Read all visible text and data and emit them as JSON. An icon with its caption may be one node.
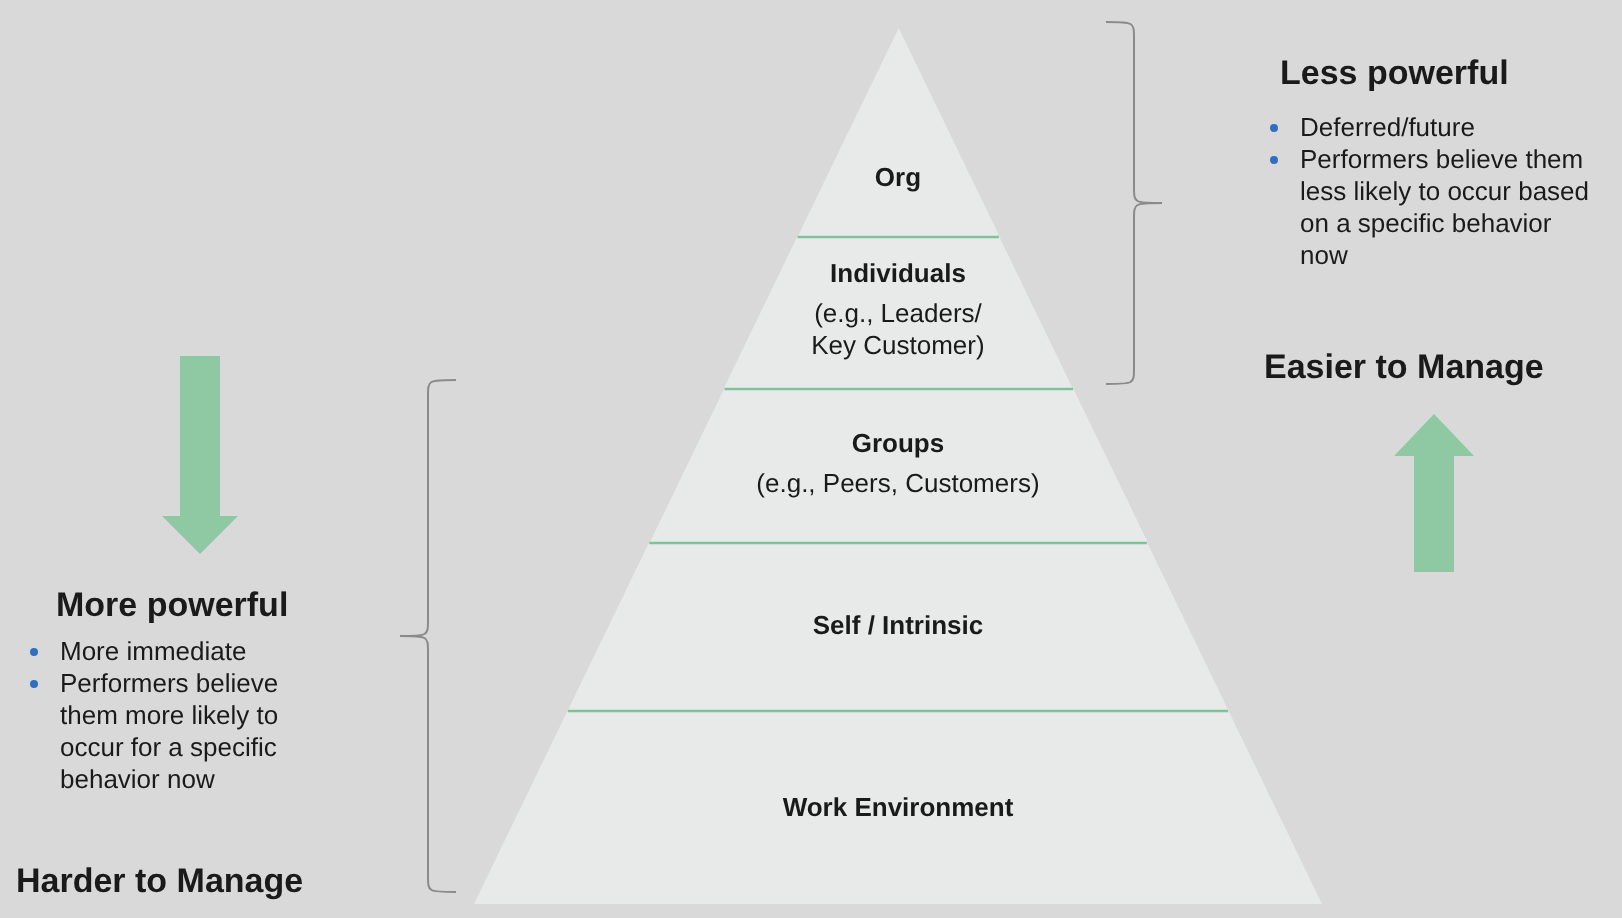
{
  "diagram": {
    "nodes": [
      {
        "text": [
          "Org"
        ]
      },
      {
        "text": [
          "Individuals",
          "(e.g., Leaders/ Key Customer)"
        ]
      },
      {
        "text": [
          "Groups",
          "(e.g., Peers, Customers)"
        ]
      },
      {
        "text": [
          "Self / Intrinsic"
        ]
      },
      {
        "text": [
          "Work Environment"
        ]
      }
    ],
    "labels": [
      "Less powerful",
      "Deferred/future",
      "Performers believe them less likely to occur based on a specific behavior now",
      "Easier to Manage",
      "More powerful",
      "More immediate",
      "Performers believe them more likely to occur for a specific behavior now",
      "Harder to Manage"
    ]
  }
}
